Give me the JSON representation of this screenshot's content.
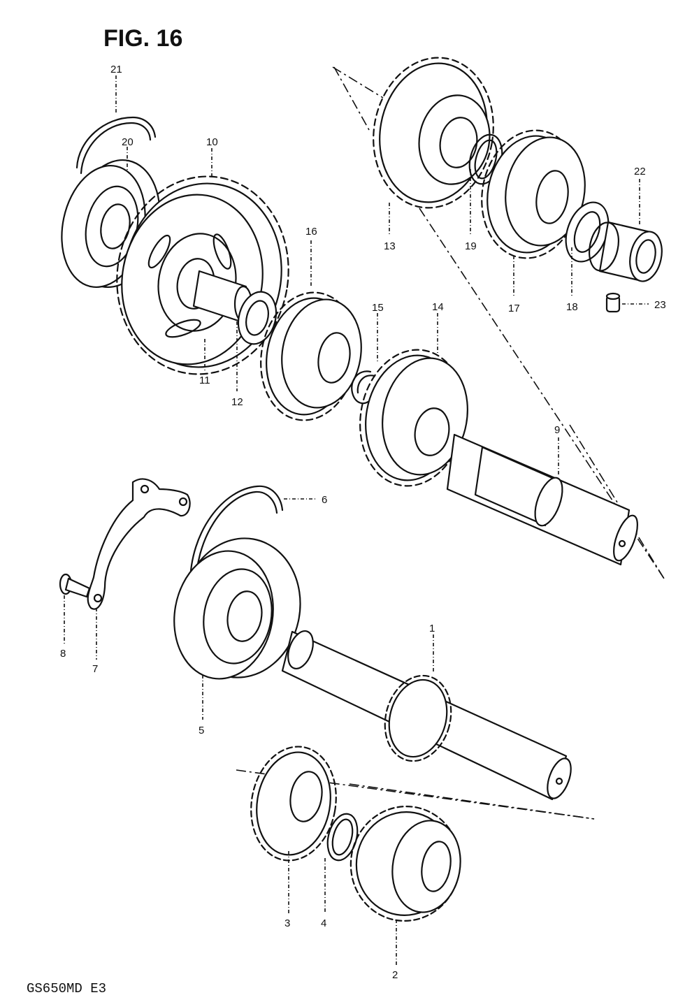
{
  "title": "FIG. 16",
  "model_code": "GS650MD E3",
  "callouts": {
    "c1": "1",
    "c2": "2",
    "c3": "3",
    "c4": "4",
    "c5": "5",
    "c6": "6",
    "c7": "7",
    "c8": "8",
    "c9": "9",
    "c10": "10",
    "c11": "11",
    "c12": "12",
    "c13": "13",
    "c14": "14",
    "c15": "15",
    "c16": "16",
    "c17": "17",
    "c18": "18",
    "c19": "19",
    "c20": "20",
    "c21": "21",
    "c22": "22",
    "c23": "23"
  },
  "colors": {
    "ink": "#111111",
    "paper": "#ffffff"
  }
}
